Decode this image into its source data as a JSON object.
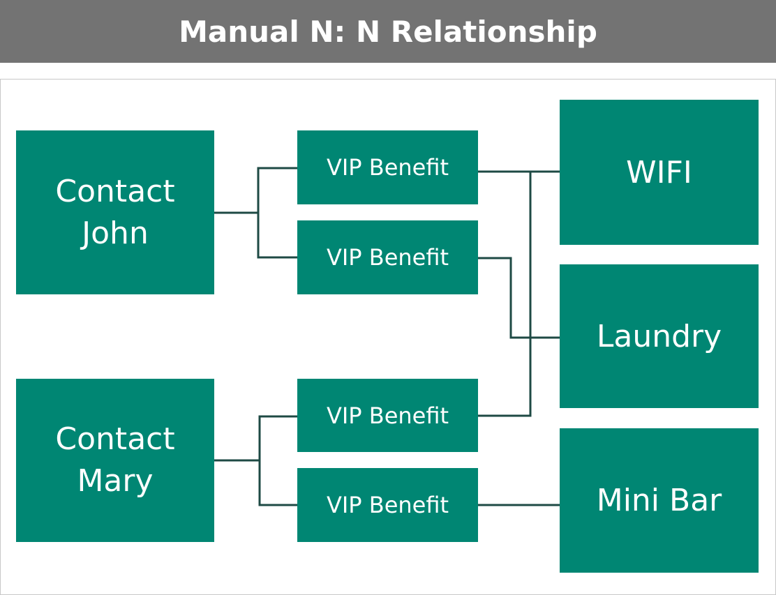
{
  "title": "Manual N: N Relationship",
  "colors": {
    "title_bar": "#737373",
    "box_fill": "#008673",
    "connector": "#1e4a44"
  },
  "contacts": [
    {
      "label": "Contact John"
    },
    {
      "label": "Contact Mary"
    }
  ],
  "benefits": [
    {
      "label": "VIP Benefit"
    },
    {
      "label": "VIP Benefit"
    },
    {
      "label": "VIP Benefit"
    },
    {
      "label": "VIP Benefit"
    }
  ],
  "amenities": [
    {
      "label": "WIFI"
    },
    {
      "label": "Laundry"
    },
    {
      "label": "Mini Bar"
    }
  ],
  "links": [
    {
      "from": "Contact John",
      "to": "VIP Benefit 1"
    },
    {
      "from": "Contact John",
      "to": "VIP Benefit 2"
    },
    {
      "from": "Contact Mary",
      "to": "VIP Benefit 3"
    },
    {
      "from": "Contact Mary",
      "to": "VIP Benefit 4"
    },
    {
      "from": "VIP Benefit 1",
      "to": "WIFI"
    },
    {
      "from": "VIP Benefit 2",
      "to": "Laundry"
    },
    {
      "from": "VIP Benefit 3",
      "to": "WIFI"
    },
    {
      "from": "VIP Benefit 4",
      "to": "Mini Bar"
    }
  ]
}
